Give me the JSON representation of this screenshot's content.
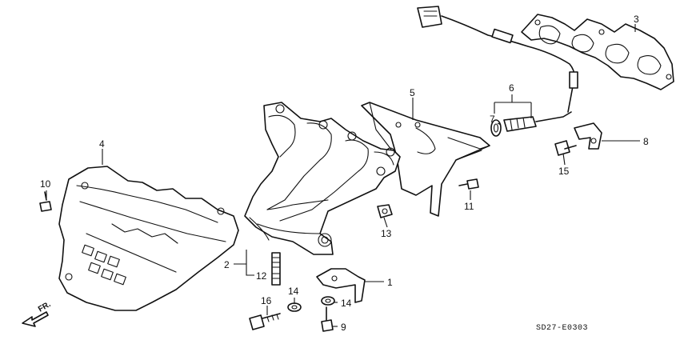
{
  "diagram": {
    "callouts": [
      {
        "id": "c1",
        "label": "1"
      },
      {
        "id": "c2",
        "label": "2"
      },
      {
        "id": "c3",
        "label": "3"
      },
      {
        "id": "c4",
        "label": "4"
      },
      {
        "id": "c5",
        "label": "5"
      },
      {
        "id": "c6",
        "label": "6"
      },
      {
        "id": "c7",
        "label": "7"
      },
      {
        "id": "c8",
        "label": "8"
      },
      {
        "id": "c9",
        "label": "9"
      },
      {
        "id": "c10",
        "label": "10"
      },
      {
        "id": "c11",
        "label": "11"
      },
      {
        "id": "c12",
        "label": "12"
      },
      {
        "id": "c13",
        "label": "13"
      },
      {
        "id": "c14a",
        "label": "14"
      },
      {
        "id": "c14b",
        "label": "14"
      },
      {
        "id": "c15",
        "label": "15"
      },
      {
        "id": "c16",
        "label": "16"
      }
    ],
    "direction_label": "FR.",
    "drawing_code": "SD27-E0303"
  }
}
